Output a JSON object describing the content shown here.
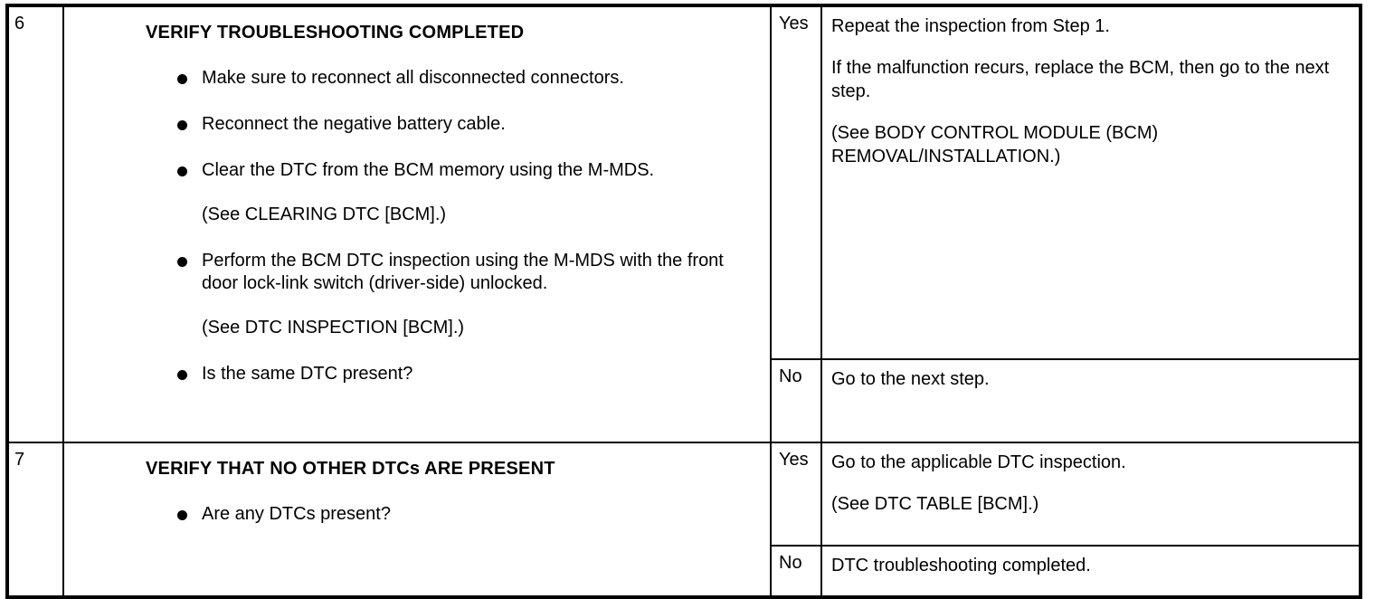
{
  "document": {
    "kind": "dtc-troubleshooting-table",
    "ink_color": "#000000",
    "page_color": "#ffffff"
  },
  "steps": [
    {
      "number": "6",
      "title": "VERIFY TROUBLESHOOTING COMPLETED",
      "items": [
        {
          "type": "bullet",
          "text": "Make sure to reconnect all disconnected connectors."
        },
        {
          "type": "bullet",
          "text": "Reconnect the negative battery cable."
        },
        {
          "type": "bullet",
          "text": "Clear the DTC from the BCM memory using the M-MDS."
        },
        {
          "type": "note",
          "text": "(See CLEARING DTC [BCM].)"
        },
        {
          "type": "bullet",
          "text": "Perform the BCM DTC inspection using the M-MDS with the front door lock-link switch (driver-side) unlocked."
        },
        {
          "type": "note",
          "text": "(See DTC INSPECTION [BCM].)"
        },
        {
          "type": "bullet",
          "text": "Is the same DTC present?"
        }
      ],
      "answers": [
        {
          "label": "Yes",
          "paragraphs": [
            "Repeat the inspection from Step 1.",
            "If the malfunction recurs, replace the BCM, then go to the next step.",
            "(See BODY CONTROL MODULE (BCM) REMOVAL/INSTALLATION.)"
          ]
        },
        {
          "label": "No",
          "paragraphs": [
            "Go to the next step."
          ]
        }
      ]
    },
    {
      "number": "7",
      "title": "VERIFY THAT NO OTHER DTCs ARE PRESENT",
      "items": [
        {
          "type": "bullet",
          "text": "Are any DTCs present?"
        }
      ],
      "answers": [
        {
          "label": "Yes",
          "paragraphs": [
            "Go to the applicable DTC inspection.",
            "(See DTC TABLE [BCM].)"
          ]
        },
        {
          "label": "No",
          "paragraphs": [
            "DTC troubleshooting completed."
          ]
        }
      ]
    }
  ]
}
